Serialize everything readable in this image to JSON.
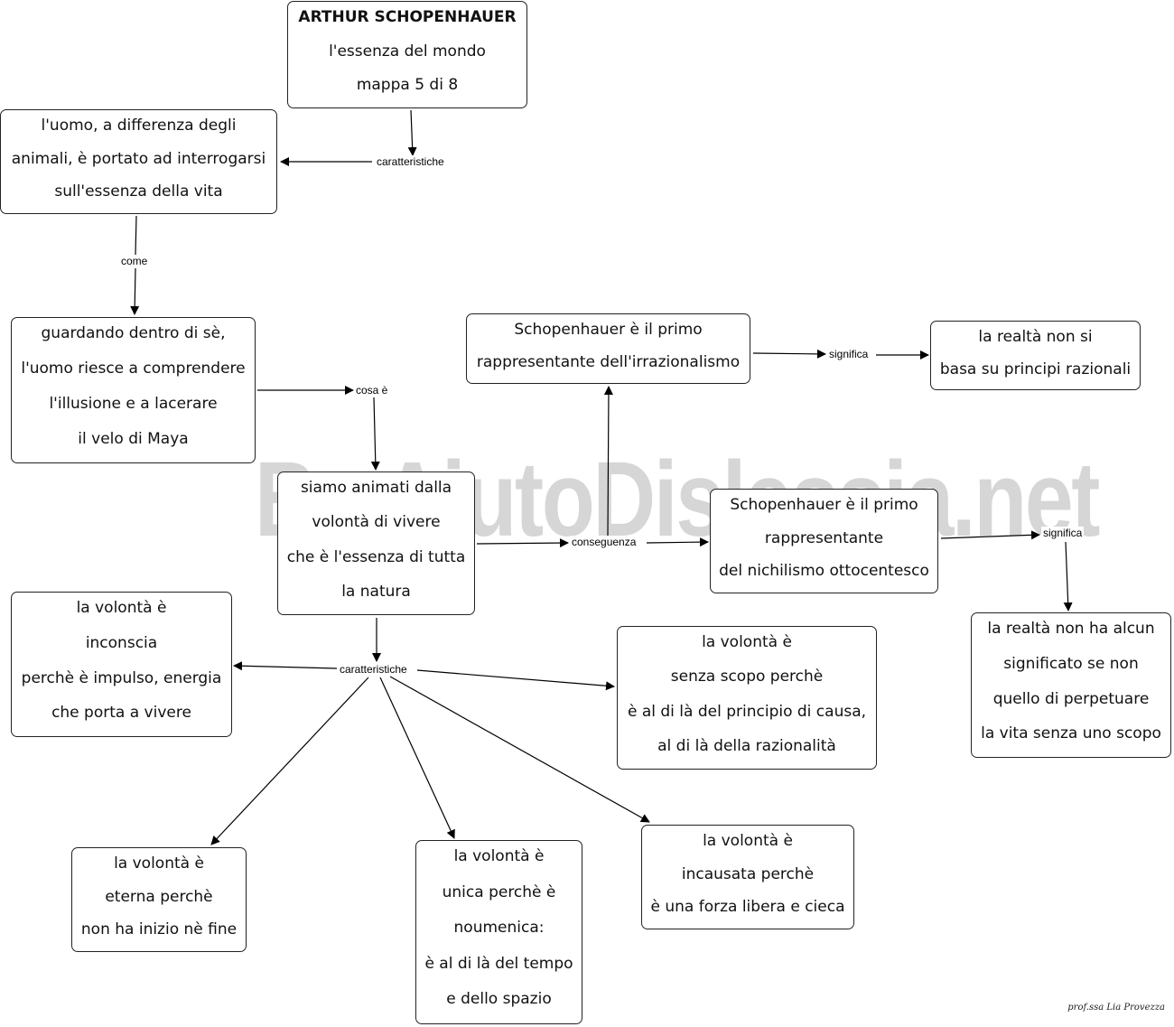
{
  "nodes": {
    "title": {
      "heading": "ARTHUR SCHOPENHAUER",
      "lines": [
        "l'essenza del mondo",
        "mappa 5 di 8"
      ]
    },
    "uomo": {
      "lines": [
        "l'uomo, a differenza degli",
        "animali, è portato ad interrogarsi",
        "sull'essenza della vita"
      ]
    },
    "guardando": {
      "lines": [
        "guardando dentro di sè,",
        "l'uomo riesce a comprendere",
        "l'illusione e a lacerare",
        "il velo di Maya"
      ]
    },
    "siamo": {
      "lines": [
        "siamo animati dalla",
        "volontà di vivere",
        "che è l'essenza di tutta",
        "la natura"
      ]
    },
    "irrazionalismo": {
      "lines": [
        "Schopenhauer è il primo",
        "rappresentante dell'irrazionalismo"
      ]
    },
    "realta_razionali": {
      "lines": [
        "la realtà non si",
        "basa su principi razionali"
      ]
    },
    "nichilismo": {
      "lines": [
        "Schopenhauer è il primo",
        "rappresentante",
        "del nichilismo ottocentesco"
      ]
    },
    "realta_significato": {
      "lines": [
        "la realtà non ha alcun",
        "significato se non",
        "quello di perpetuare",
        "la vita senza uno scopo"
      ]
    },
    "inconscia": {
      "lines": [
        "la volontà è",
        "inconscia",
        "perchè è impulso, energia",
        "che porta a vivere"
      ]
    },
    "senza_scopo": {
      "lines": [
        "la volontà è",
        "senza scopo perchè",
        "è al di là del principio di causa,",
        "al di là della razionalità"
      ]
    },
    "eterna": {
      "lines": [
        "la volontà è",
        "eterna perchè",
        "non ha inizio nè fine"
      ]
    },
    "unica": {
      "lines": [
        "la volontà è",
        "unica perchè è",
        "noumenica:",
        "è al di là del tempo",
        "e dello spazio"
      ]
    },
    "incausata": {
      "lines": [
        "la volontà è",
        "incausata perchè",
        "è una forza libera e cieca"
      ]
    }
  },
  "links": {
    "caratteristiche_1": "caratteristiche",
    "come": "come",
    "cosa_e": "cosa è",
    "conseguenza": "conseguenza",
    "significa_1": "significa",
    "significa_2": "significa",
    "caratteristiche_2": "caratteristiche"
  },
  "watermark": "By AiutoDislessia.net",
  "credit": "prof.ssa Lia Provezza",
  "colors": {
    "border": "#222222",
    "line": "#000000",
    "watermark": "#c9c9c9"
  }
}
